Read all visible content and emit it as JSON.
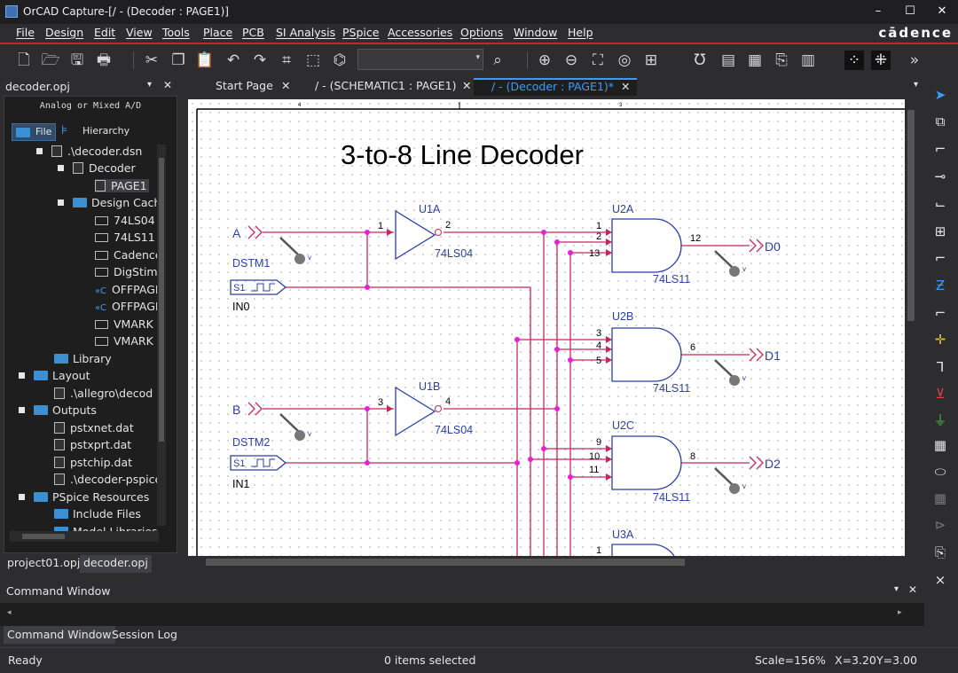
{
  "window": {
    "title": "OrCAD Capture-[/ - (Decoder : PAGE1)]",
    "minimize": "–",
    "maximize": "☐",
    "close": "✕"
  },
  "menu": [
    "File",
    "Design",
    "Edit",
    "View",
    "Tools",
    "Place",
    "PCB",
    "SI Analysis",
    "PSpice",
    "Accessories",
    "Options",
    "Window",
    "Help"
  ],
  "brand": "cādence",
  "left_panel": {
    "title": "decoder.opj",
    "subtitle": "Analog or Mixed A/D",
    "tabs": [
      "File",
      "Hierarchy"
    ],
    "tree": [
      {
        "label": ".\\decoder.dsn",
        "level": 1
      },
      {
        "label": "Decoder",
        "level": 2
      },
      {
        "label": "PAGE1",
        "level": 3,
        "selected": true
      },
      {
        "label": "Design Cache",
        "level": 2
      },
      {
        "label": "74LS04",
        "level": 3
      },
      {
        "label": "74LS11",
        "level": 3
      },
      {
        "label": "Cadence",
        "level": 3
      },
      {
        "label": "DigStim",
        "level": 3
      },
      {
        "label": "OFFPAGE",
        "level": 3
      },
      {
        "label": "OFFPAGE",
        "level": 3
      },
      {
        "label": "VMARK",
        "level": 3
      },
      {
        "label": "VMARK",
        "level": 3
      },
      {
        "label": "Library",
        "level": 1
      },
      {
        "label": "Layout",
        "level": 0
      },
      {
        "label": ".\\allegro\\decod",
        "level": 1
      },
      {
        "label": "Outputs",
        "level": 0
      },
      {
        "label": "pstxnet.dat",
        "level": 1
      },
      {
        "label": "pstxprt.dat",
        "level": 1
      },
      {
        "label": "pstchip.dat",
        "level": 1
      },
      {
        "label": ".\\decoder-pspice",
        "level": 1
      },
      {
        "label": "PSpice Resources",
        "level": 0
      },
      {
        "label": "Include Files",
        "level": 1
      },
      {
        "label": "Model Libraries",
        "level": 1
      }
    ],
    "bottom_tabs": [
      "project01.opj",
      "decoder.opj"
    ]
  },
  "doc_tabs": [
    "Start Page",
    "/ - (SCHEMATIC1 : PAGE1)",
    "/ - (Decoder : PAGE1)*"
  ],
  "schematic": {
    "title": "3-to-8 Line Decoder",
    "border_marks": [
      "4",
      "3"
    ],
    "inputs": [
      {
        "net": "A",
        "stim": "DSTM1",
        "src": "S1",
        "pin": "IN0"
      },
      {
        "net": "B",
        "stim": "DSTM2",
        "src": "S1",
        "pin": "IN1"
      }
    ],
    "inverters": [
      {
        "ref": "U1A",
        "part": "74LS04",
        "pin_in": "1",
        "pin_out": "2"
      },
      {
        "ref": "U1B",
        "part": "74LS04",
        "pin_in": "3",
        "pin_out": "4"
      }
    ],
    "gates": [
      {
        "ref": "U2A",
        "part": "74LS11",
        "pins": [
          "1",
          "2",
          "13"
        ],
        "out_pin": "12",
        "out": "D0"
      },
      {
        "ref": "U2B",
        "part": "74LS11",
        "pins": [
          "3",
          "4",
          "5"
        ],
        "out_pin": "6",
        "out": "D1"
      },
      {
        "ref": "U2C",
        "part": "74LS11",
        "pins": [
          "9",
          "10",
          "11"
        ],
        "out_pin": "8",
        "out": "D2"
      },
      {
        "ref": "U3A",
        "part": "",
        "pins": [
          "1"
        ],
        "out_pin": "",
        "out": ""
      }
    ],
    "probe_label": "v"
  },
  "command_window": {
    "title": "Command Window",
    "tabs": [
      "Command Window",
      "Session Log"
    ]
  },
  "status": {
    "state": "Ready",
    "selection": "0 items selected",
    "scale": "Scale=156%",
    "x": "X=3.20",
    "y": "Y=3.00"
  },
  "colors": {
    "wire": "#c8265a",
    "part": "#2b3fa8",
    "junction": "#e91ed8",
    "accent": "#c0282d",
    "link": "#3a9cff"
  }
}
